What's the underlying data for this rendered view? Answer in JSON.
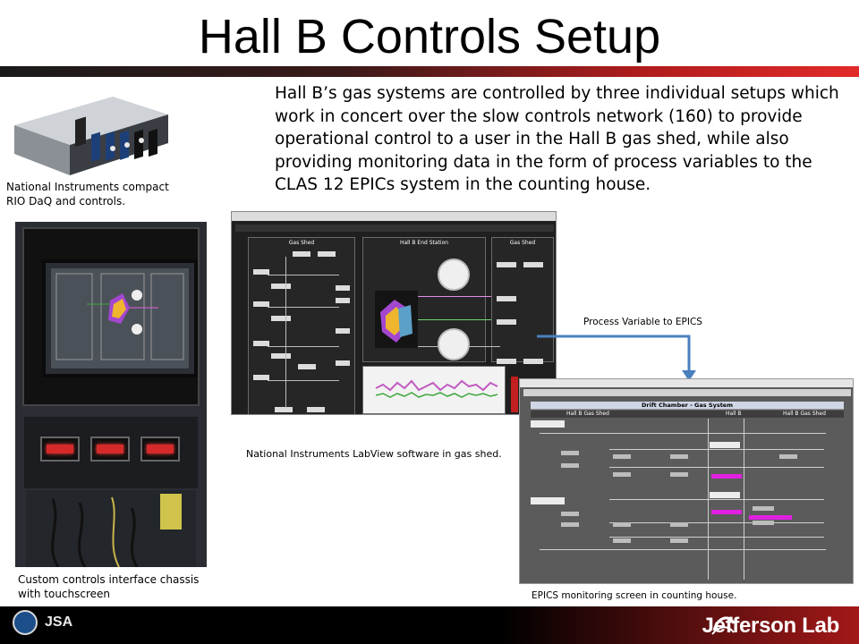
{
  "slide": {
    "title": "Hall B Controls Setup",
    "intro": "Hall B’s gas systems are controlled by three individual setups which work in concert over the slow controls network (160) to provide operational control to a user in the Hall B gas shed, while also providing monitoring data in the form of process variables to the CLAS 12 EPICs system in the counting house."
  },
  "captions": {
    "crio": "National Instruments compact RIO DaQ and controls.",
    "rack": "Custom controls interface chassis with touchscreen",
    "labview": "National Instruments LabView software in gas shed.",
    "arrow": "Process Variable to EPICS",
    "epics": "EPICS monitoring screen in counting house."
  },
  "labview": {
    "panels": [
      "Gas Shed",
      "Hall B End Station",
      "Gas Shed"
    ]
  },
  "epics": {
    "header": "Drift Chamber - Gas System",
    "columns": [
      "Hall B Gas Shed",
      "Hall B",
      "Hall B Gas Shed"
    ]
  },
  "footer": {
    "brand": "Jefferson Lab",
    "partner": "JSA"
  },
  "colors": {
    "title_rule_red": "#e22a2a",
    "footer_bg": "#000000",
    "epics_highlight": "#e020e0",
    "led_red": "#d62a2a"
  }
}
